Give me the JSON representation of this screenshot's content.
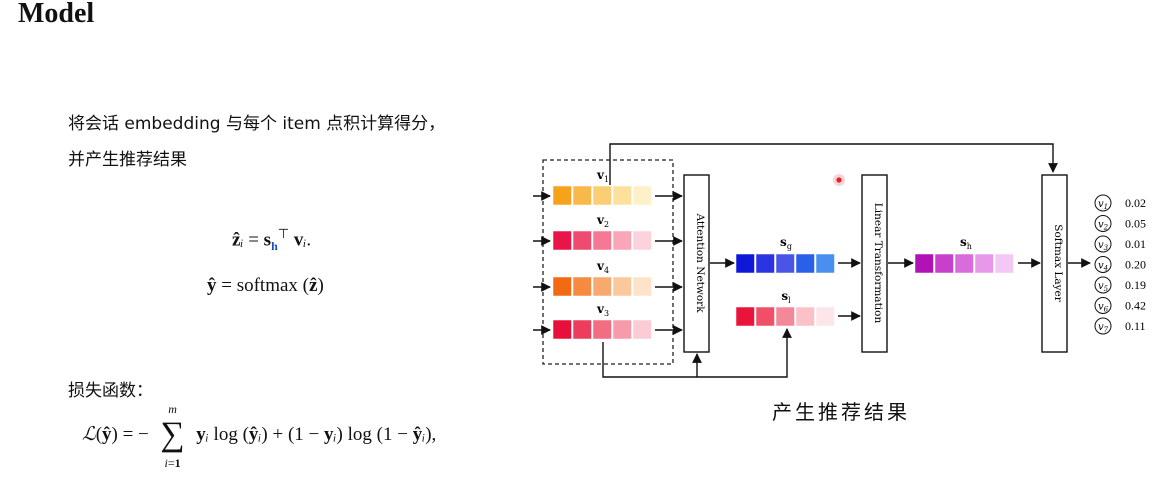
{
  "title": "Model",
  "intro_line1": "将会话 embedding 与每个 item 点积计算得分，",
  "intro_line2": "并产生推荐结果",
  "eq1": "ẑ𝑖 = s_h^⊤ v𝑖.",
  "eq2": "ŷ = softmax (ẑ)",
  "loss_label": "损失函数：",
  "eq3": "ℒ(ŷ) = − Σ_{i=1}^{m} y𝑖 log (ŷ𝑖) + (1 − y𝑖) log (1 − ŷ𝑖),",
  "caption": "产生推荐结果",
  "diagram": {
    "inputs": [
      {
        "label": "v",
        "sub": "1",
        "colors": [
          "#f7a21b",
          "#f9b94a",
          "#fbcd74",
          "#fde09c",
          "#fef0c8"
        ]
      },
      {
        "label": "v",
        "sub": "2",
        "colors": [
          "#e8144a",
          "#ef4a70",
          "#f57894",
          "#f9a6b8",
          "#fcd3dc"
        ]
      },
      {
        "label": "v",
        "sub": "4",
        "colors": [
          "#f26a12",
          "#f58a40",
          "#f8a96e",
          "#fbc79c",
          "#fde3ca"
        ]
      },
      {
        "label": "v",
        "sub": "3",
        "colors": [
          "#e8103a",
          "#ed3d5c",
          "#f26c82",
          "#f79aab",
          "#fbccd5"
        ]
      }
    ],
    "attention_label": "Attention Network",
    "sg": {
      "label": "s",
      "sub": "g",
      "colors": [
        "#1018d8",
        "#2a34e0",
        "#4a55e8",
        "#2a5fe8",
        "#4a8ff0"
      ]
    },
    "sl": {
      "label": "s",
      "sub": "l",
      "colors": [
        "#e8143a",
        "#ef5068",
        "#f58898",
        "#fbc0c8",
        "#fde6ea"
      ]
    },
    "linear_label": "Linear Transformation",
    "sh": {
      "label": "s",
      "sub": "h",
      "colors": [
        "#b012b8",
        "#c640cc",
        "#d86cdc",
        "#e898ea",
        "#f4c8f4"
      ]
    },
    "softmax_label": "Softmax Layer",
    "outputs": [
      {
        "label": "v",
        "sub": "1",
        "score": "0.02"
      },
      {
        "label": "v",
        "sub": "2",
        "score": "0.05"
      },
      {
        "label": "v",
        "sub": "3",
        "score": "0.01"
      },
      {
        "label": "v",
        "sub": "4",
        "score": "0.20"
      },
      {
        "label": "v",
        "sub": "5",
        "score": "0.19"
      },
      {
        "label": "v",
        "sub": "6",
        "score": "0.42"
      },
      {
        "label": "v",
        "sub": "7",
        "score": "0.11"
      }
    ],
    "cursor_color": "#e0202a"
  }
}
